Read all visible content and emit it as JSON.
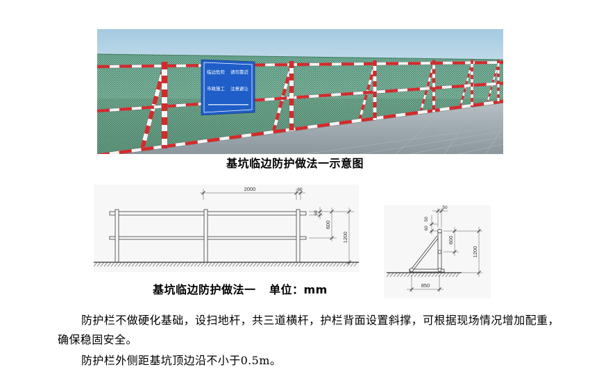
{
  "document": {
    "figure_photo": {
      "sign": {
        "rows": [
          [
            "临边危险",
            "请勿靠近"
          ],
          [
            "市政施工",
            "注意避让"
          ]
        ]
      },
      "caption": "基坑临边防护做法一示意图"
    },
    "figure_drawing": {
      "front_view": {
        "dim_span": "2000",
        "dim_top_small": "60",
        "dim_side_small": "60",
        "dim_middle": "600",
        "dim_total": "1200"
      },
      "side_view": {
        "dim_top": "50",
        "dim_left_upper": "50",
        "dim_left_lower": "60",
        "dim_middle": "600",
        "dim_total": "1200",
        "dim_base": "850"
      },
      "caption_title": "基坑临边防护做法一",
      "caption_unit": "单位：mm"
    },
    "body": {
      "paragraph_1": [
        "防护栏不做硬化基础，设扫地杆，共三道横杆，护栏背面设置斜撑，可根据现场情况增加配重，",
        "确保稳固安全。"
      ],
      "paragraph_2": "防护栏外侧距基坑顶边沿不小于0.5m。"
    }
  },
  "colors": {
    "sign_blue": "#1f5ec8",
    "pole_red": "#d42a2a",
    "mesh_green": "#2f7d55",
    "text": "#000000"
  }
}
